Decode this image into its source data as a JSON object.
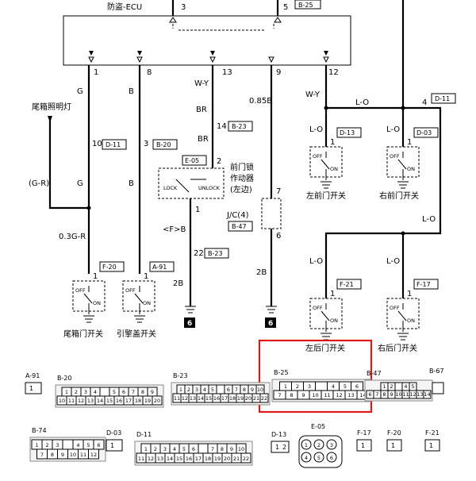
{
  "ecu": {
    "title": "防盗-ECU",
    "top_pin_a": "3",
    "top_pin_b": "5",
    "top_conn": "B-25",
    "pins": [
      "1",
      "8",
      "13",
      "9",
      "12"
    ]
  },
  "wires": {
    "w1": "G",
    "w2": "G",
    "w3": "B",
    "w4": "W-Y",
    "w5": "BR",
    "w6": "BR",
    "w7": "0.85B",
    "w8": "W-Y",
    "w9": "L-O",
    "w10": "L-O",
    "w11": "L-O",
    "w12": "L-O",
    "w13": "L-O",
    "w14": "L-O",
    "w15": "(G-R)",
    "w16": "0.3G-R",
    "w17": "<F>B",
    "w18": "2B",
    "w19": "2B"
  },
  "junctions": {
    "j1": {
      "pin": "10",
      "conn": "D-11"
    },
    "j2": {
      "pin": "3",
      "conn": "B-20"
    },
    "j3": {
      "pin": "14",
      "conn": "B-23"
    },
    "j4": {
      "pin": "22",
      "conn": "B-23"
    },
    "j5": {
      "pin": "4",
      "conn": "D-11"
    }
  },
  "trunk_light": "尾箱照明灯",
  "actuator": {
    "conn": "E-05",
    "label": "前门锁\n作动器\n(左边)",
    "lock": "LOCK",
    "unlock": "UNLOCK",
    "pin_top": "2",
    "pin_bottom": "1"
  },
  "jc": {
    "label": "J/C(4)",
    "conn": "B-47",
    "pin_top": "7",
    "pin_bottom": "6"
  },
  "ground_num": "6",
  "switches": [
    {
      "conn": "D-13",
      "pin": "1",
      "name": "左前门开关",
      "off": "OFF",
      "on": "ON"
    },
    {
      "conn": "D-03",
      "pin": "1",
      "name": "右前门开关",
      "off": "OFF",
      "on": "ON"
    },
    {
      "conn": "F-20",
      "pin": "1",
      "name": "尾箱门开关",
      "off": "OFF",
      "on": "ON"
    },
    {
      "conn": "A-91",
      "pin": "1",
      "name": "引擎盖开关",
      "off": "OFF",
      "on": "ON"
    },
    {
      "conn": "F-21",
      "pin": "1",
      "name": "左后门开关",
      "off": "OFF",
      "on": "ON"
    },
    {
      "conn": "F-17",
      "pin": "1",
      "name": "右后门开关",
      "off": "OFF",
      "on": "ON"
    }
  ],
  "connectors": {
    "A91": {
      "name": "A-91",
      "pins": [
        "1"
      ]
    },
    "B20": {
      "name": "B-20",
      "row1": [
        "1",
        "2",
        "3",
        "4",
        "",
        "5",
        "6",
        "7",
        "8",
        "9"
      ],
      "row2": [
        "10",
        "11",
        "12",
        "13",
        "14",
        "15",
        "16",
        "17",
        "18",
        "19",
        "20"
      ]
    },
    "B23": {
      "name": "B-23",
      "row1": [
        "1",
        "2",
        "3",
        "4",
        "5",
        "",
        "6",
        "7",
        "8",
        "9",
        "10"
      ],
      "row2": [
        "11",
        "12",
        "13",
        "14",
        "15",
        "16",
        "17",
        "18",
        "19",
        "20",
        "21",
        "22"
      ]
    },
    "B25": {
      "name": "B-25",
      "row1": [
        "1",
        "2",
        "3",
        "",
        "4",
        "5",
        "6"
      ],
      "row2": [
        "7",
        "8",
        "9",
        "10",
        "11",
        "12",
        "13",
        "14"
      ]
    },
    "B47": {
      "name": "B-47",
      "row1": [
        "1",
        "2",
        "",
        "4",
        "5"
      ],
      "row2": [
        "6",
        "7",
        "8",
        "9",
        "10",
        "11",
        "12",
        "13",
        "14"
      ]
    },
    "B67": {
      "name": "B-67"
    },
    "B74": {
      "name": "B-74",
      "row1": [
        "1",
        "2",
        "3",
        "",
        "4",
        "5",
        "6"
      ],
      "row2": [
        "7",
        "8",
        "9",
        "10",
        "11",
        "12"
      ]
    },
    "D03": {
      "name": "D-03",
      "pins": [
        "1"
      ]
    },
    "D11": {
      "name": "D-11",
      "row1": [
        "1",
        "2",
        "3",
        "4",
        "5",
        "6",
        "",
        "7",
        "8",
        "9",
        "10"
      ],
      "row2": [
        "11",
        "12",
        "13",
        "14",
        "15",
        "16",
        "17",
        "18",
        "19",
        "20",
        "21",
        "22"
      ]
    },
    "D13": {
      "name": "D-13",
      "pins": [
        "1",
        "2"
      ]
    },
    "E05": {
      "name": "E-05",
      "pins": [
        "1",
        "2",
        "3",
        "4",
        "5",
        "6"
      ]
    },
    "F17": {
      "name": "F-17",
      "pins": [
        "1"
      ]
    },
    "F20": {
      "name": "F-20",
      "pins": [
        "1"
      ]
    },
    "F21": {
      "name": "F-21",
      "pins": [
        "1"
      ]
    }
  }
}
